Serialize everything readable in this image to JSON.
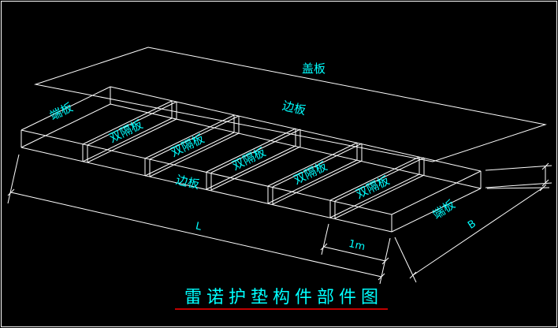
{
  "drawing": {
    "title": "雷诺护垫构件部件图",
    "labels": {
      "cover_plate": "盖板",
      "end_plate": "端板",
      "side_plate": "边板",
      "double_diaphragm": "双隔板"
    },
    "dimensions": {
      "length_label": "L",
      "width_label": "B",
      "cell_label": "1m"
    },
    "colors": {
      "background": "#000000",
      "line": "#ffffff",
      "label_text": "#00ffff",
      "title_underline": "#ff0000"
    }
  }
}
